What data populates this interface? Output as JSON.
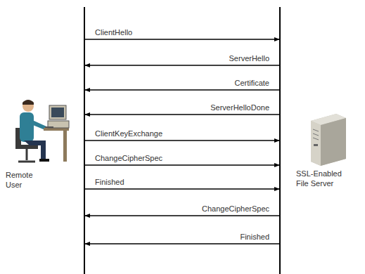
{
  "diagram": {
    "nodes": [
      {
        "text": [
          "Remote User"
        ]
      },
      {
        "text": [
          "SSL-Enabled File Server"
        ]
      }
    ],
    "edges": [
      {
        "from": 0,
        "to": 1,
        "label": "ClientHello",
        "arrow": "to"
      },
      {
        "from": 1,
        "to": 0,
        "label": "ServerHello",
        "arrow": "to"
      },
      {
        "from": 1,
        "to": 0,
        "label": "Certificate",
        "arrow": "to"
      },
      {
        "from": 1,
        "to": 0,
        "label": "ServerHelloDone",
        "arrow": "to"
      },
      {
        "from": 0,
        "to": 1,
        "label": "ClientKeyExchange",
        "arrow": "to"
      },
      {
        "from": 0,
        "to": 1,
        "label": "ChangeCipherSpec",
        "arrow": "to"
      },
      {
        "from": 0,
        "to": 1,
        "label": "Finished",
        "arrow": "to"
      },
      {
        "from": 1,
        "to": 0,
        "label": "ChangeCipherSpec",
        "arrow": "to"
      },
      {
        "from": 1,
        "to": 0,
        "label": "Finished",
        "arrow": "to"
      }
    ]
  }
}
